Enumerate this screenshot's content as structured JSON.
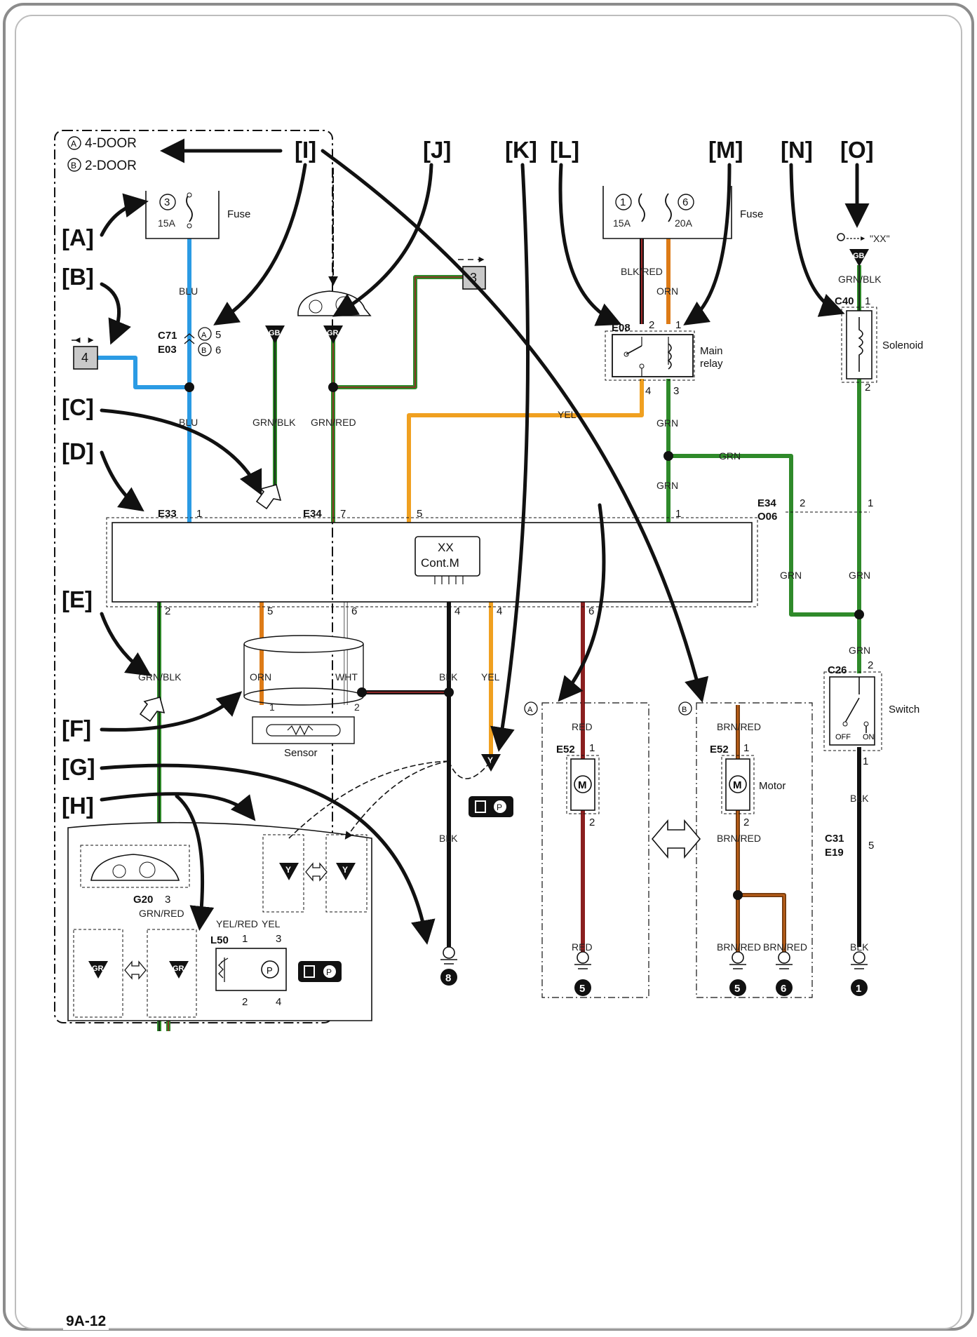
{
  "page_label": "9A-12",
  "legend": {
    "a": "4-DOOR",
    "b": "2-DOOR",
    "a_mark": "A",
    "b_mark": "B"
  },
  "callouts": [
    "[A]",
    "[B]",
    "[C]",
    "[D]",
    "[E]",
    "[F]",
    "[G]",
    "[H]",
    "[I]",
    "[J]",
    "[K]",
    "[L]",
    "[M]",
    "[N]",
    "[O]"
  ],
  "fuses": {
    "left": {
      "num": "3",
      "rating": "15A",
      "label": "Fuse"
    },
    "right_1": {
      "num": "1",
      "rating": "15A"
    },
    "right_6": {
      "num": "6",
      "rating": "20A"
    },
    "right_label": "Fuse"
  },
  "connectors": {
    "c71": "C71",
    "e03": "E03",
    "c71_a": "5",
    "c71_b": "6",
    "e33": "E33",
    "e33_pin": "1",
    "e34": "E34",
    "e34_pin7": "7",
    "e34_pin5": "5",
    "e34_pin1": "1",
    "e08": "E08",
    "e08_p2": "2",
    "e08_p1": "1",
    "e08_p4": "4",
    "e08_p3": "3",
    "c40": "C40",
    "c40_p1": "1",
    "c40_p2": "2",
    "e34b": "E34",
    "o06": "O06",
    "e34b_p2": "2",
    "e34b_p1": "1",
    "c26": "C26",
    "c26_p2": "2",
    "c26_p1": "1",
    "c31": "C31",
    "e19": "E19",
    "c31_p5": "5",
    "e52a": "E52",
    "e52a_p1": "1",
    "e52a_p2": "2",
    "e52b": "E52",
    "e52b_p1": "1",
    "e52b_p2": "2",
    "g20": "G20",
    "g20_p3": "3",
    "l50": "L50",
    "l50_p1": "1",
    "l50_p3": "3",
    "l50_p2": "2",
    "l50_p4": "4",
    "bot2": "2",
    "bot5": "5",
    "bot6": "6",
    "bot4a": "4",
    "bot4b": "4",
    "bot6b": "6",
    "sens1": "1",
    "sens2": "2"
  },
  "wires": {
    "blu": "BLU",
    "grn_blk": "GRN/BLK",
    "grn_red": "GRN/RED",
    "yel": "YEL",
    "grn": "GRN",
    "blk_red": "BLK/RED",
    "orn": "ORN",
    "blk": "BLK",
    "wht": "WHT",
    "red": "RED",
    "brn_red": "BRN/RED",
    "yel_red": "YEL/RED"
  },
  "components": {
    "controller": "XX",
    "controller2": "Cont.M",
    "main_relay": "Main",
    "main_relay2": "relay",
    "solenoid": "Solenoid",
    "sensor": "Sensor",
    "motor": "Motor",
    "switch": "Switch",
    "switch_off": "OFF",
    "switch_on": "ON",
    "xx_quote": "\"XX\"",
    "motor_m": "M",
    "pump_p": "P"
  },
  "grounds": {
    "g1": "8",
    "g2": "5",
    "g3": "5",
    "g4": "6",
    "g5": "1"
  },
  "splices": {
    "gb": "GB",
    "gr": "GR",
    "y": "Y"
  },
  "refs": {
    "r4": "4",
    "r3": "3"
  },
  "colors": {
    "blu": "#2b9be4",
    "grn": "#2f8a2a",
    "yel": "#f0a020",
    "orn": "#dd7b17",
    "red": "#8a1f1f",
    "brn": "#7a3f12",
    "blk": "#111111",
    "frame": "#777777"
  }
}
